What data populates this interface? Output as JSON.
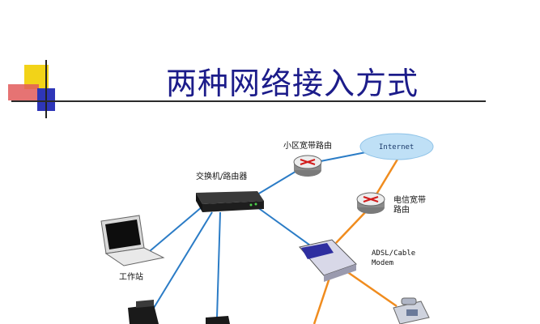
{
  "slide": {
    "title": "两种网络接入方式"
  },
  "diagram": {
    "labels": {
      "district_router": "小区宽带路由",
      "internet": "Internet",
      "switch_router": "交换机/路由器",
      "telecom_router": "电信宽带\n路由",
      "modem": "ADSL/Cable\nModem",
      "workstation": "工作站"
    },
    "colors": {
      "lan_link": "#2b7cc6",
      "wan_link": "#f08c1e",
      "title": "#1c1c8a"
    }
  }
}
